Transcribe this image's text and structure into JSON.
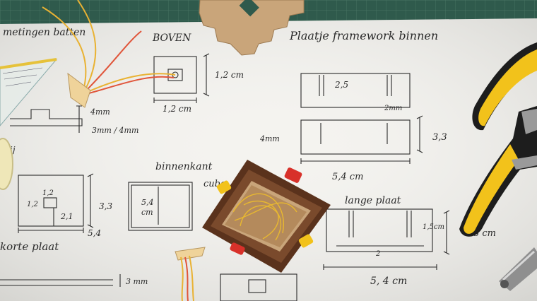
{
  "photo": {
    "colors": {
      "mat": "#2f5a4c",
      "paper": "#f4f3ef",
      "ink": "#2a2a2a",
      "wood": "#6b3f25",
      "plywood": "#c9a57a",
      "plier_yellow": "#f2c21b",
      "plier_black": "#1d1d1d",
      "wire_red": "#e0553a",
      "wire_yellow": "#e9b233"
    },
    "sketch_labels": {
      "metingen": "metingen batten",
      "boven": "BOVEN",
      "plaatje": "Plaatje framework binnen",
      "dim_12_top": "1,2 cm",
      "dim_12_bottom": "1,2 cm",
      "dim_4mm_a": "4mm",
      "dim_3mm_4mm": "3mm / 4mm",
      "dim_25": "2,5",
      "dim_2mm": "2mm",
      "dim_4mm_b": "4mm",
      "dim_33_right": "3,3",
      "dim_54_right": "5,4 cm",
      "binnenkant": "binnenkant",
      "cube": "cube",
      "dim_12_small": "1,2",
      "dim_12_left": "1,2",
      "dim_21": "2,1",
      "dim_33_left": "3,3",
      "dim_54_left": "5,4",
      "dim_54_mid": "5,4",
      "dim_cm_mid": "cm",
      "lange_plaat": "lange plaat",
      "dim_15cm": "1,5cm",
      "dim_3cm": "3 cm",
      "dim_2": "2",
      "dim_54_bottom": "5, 4 cm",
      "korte_plaat": "korte plaat",
      "dim_3mm_bottom": "3 mm",
      "corner_letter": "ij"
    }
  }
}
